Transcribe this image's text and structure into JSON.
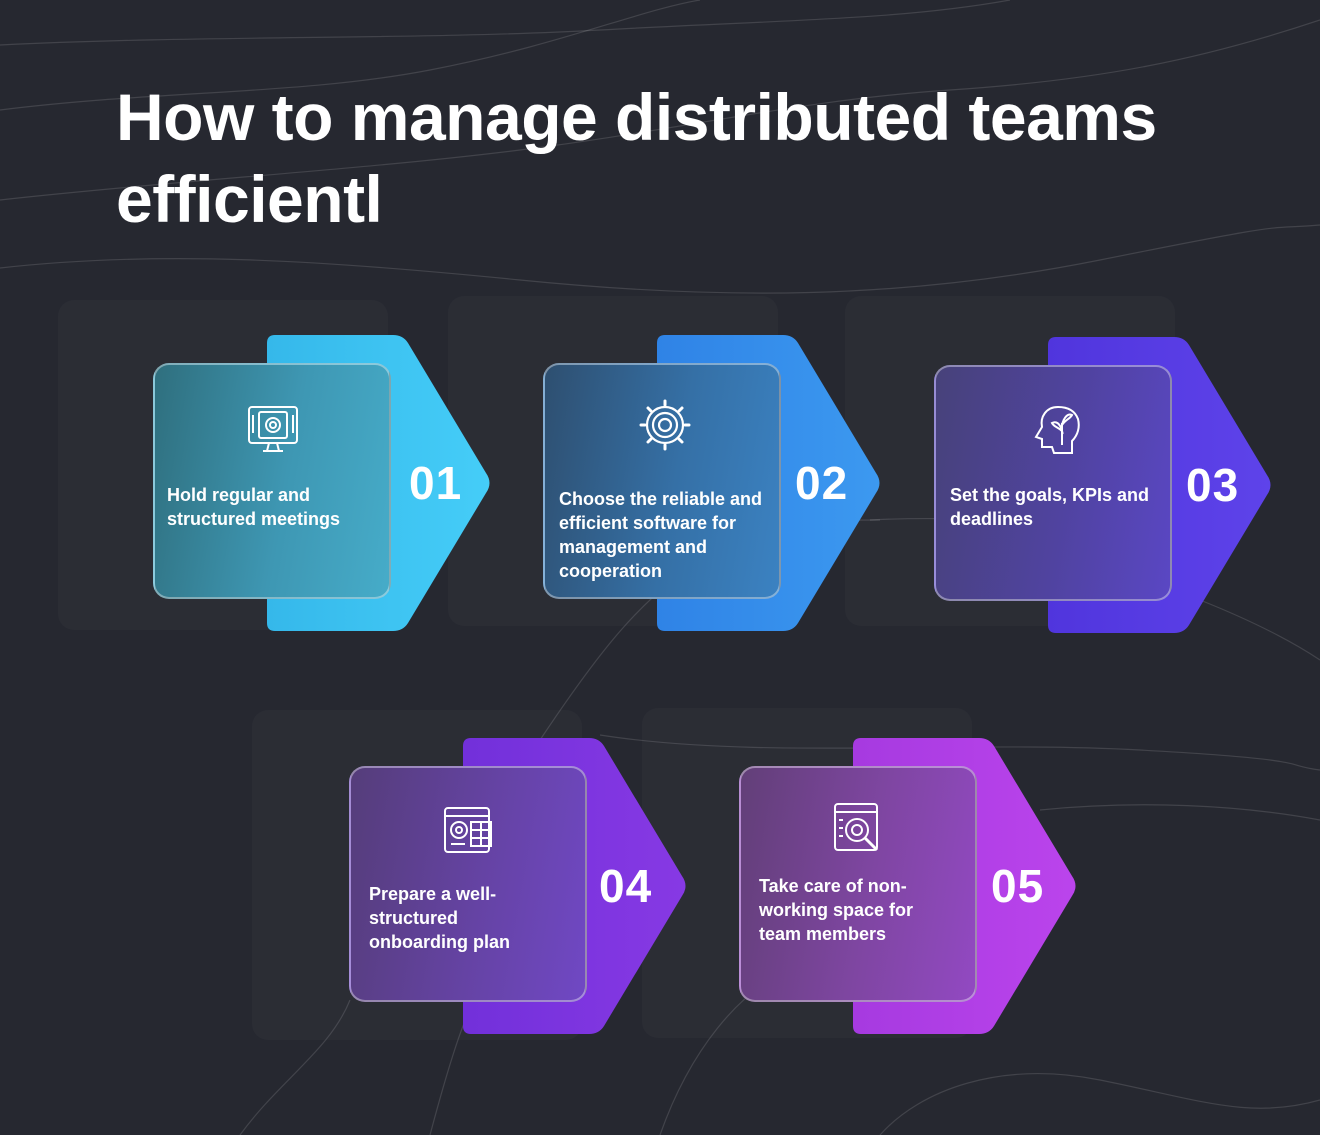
{
  "title": "How to manage distributed teams efficientl",
  "steps": [
    {
      "number": "01",
      "text": "Hold regular and structured meetings",
      "icon": "presentation-board-icon",
      "color": "#3ec7f2"
    },
    {
      "number": "02",
      "text": "Choose the reliable and efficient software for management and cooperation",
      "icon": "gear-icon",
      "color": "#3a90eb"
    },
    {
      "number": "03",
      "text": "Set the goals, KPIs and deadlines",
      "icon": "head-growth-icon",
      "color": "#5a3de6"
    },
    {
      "number": "04",
      "text": "Prepare a well-structured onboarding plan",
      "icon": "planning-document-icon",
      "color": "#7b36e0"
    },
    {
      "number": "05",
      "text": "Take care of non-working space for team members",
      "icon": "analytics-search-icon",
      "color": "#b541e4"
    }
  ]
}
